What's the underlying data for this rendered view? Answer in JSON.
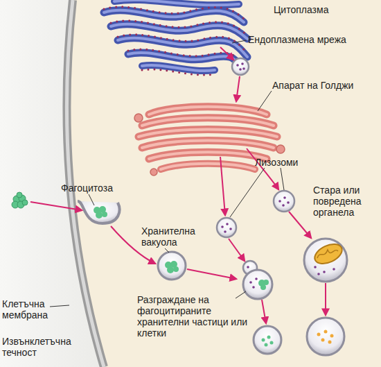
{
  "diagram": {
    "labels": [
      "Цитоплазма",
      "Ендоплазмена мрежа",
      "Апарат на Голджи",
      "Лизозоми",
      "Фагоцитоза",
      "Стара или повредена органела",
      "Хранителна вакуола",
      "Клетъчна мембрана",
      "Разграждане на фагоцитираните хранителни частици или клетки",
      "Извънклетъчна течност"
    ]
  }
}
